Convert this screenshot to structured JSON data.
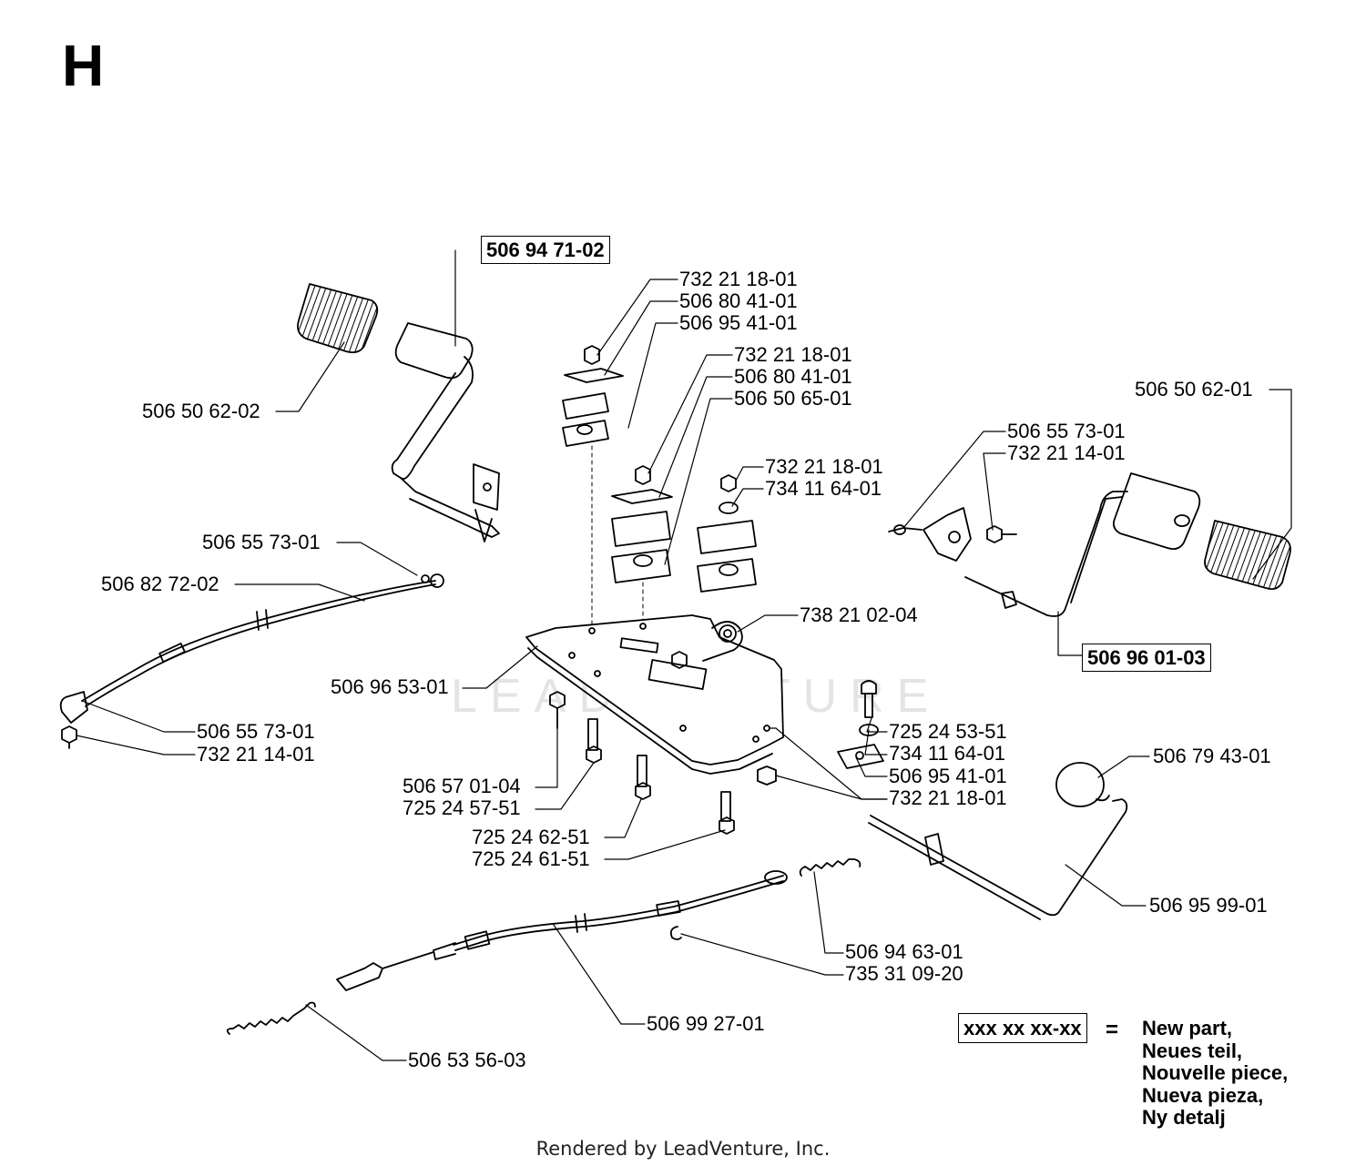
{
  "section_letter": "H",
  "watermark_text": "LEADVENTURE",
  "new_parts": [
    "506 94 71-02",
    "506 96 01-03"
  ],
  "labels": {
    "p_506_50_62_02": "506 50 62-02",
    "p_506_55_73_01_left": "506 55 73-01",
    "p_506_82_72_02": "506 82 72-02",
    "p_506_55_73_01_cable": "506 55 73-01",
    "p_732_21_14_01_left": "732 21 14-01",
    "p_732_21_18_01_a": "732 21 18-01",
    "p_506_80_41_01_a": "506 80 41-01",
    "p_506_95_41_01_a": "506 95 41-01",
    "p_732_21_18_01_b": "732 21 18-01",
    "p_506_80_41_01_b": "506 80 41-01",
    "p_506_50_65_01": "506 50 65-01",
    "p_732_21_18_01_c": "732 21 18-01",
    "p_734_11_64_01_a": "734 11 64-01",
    "p_738_21_02_04": "738 21 02-04",
    "p_506_96_53_01": "506 96 53-01",
    "p_506_57_01_04": "506 57 01-04",
    "p_725_24_57_51": "725 24 57-51",
    "p_725_24_62_51": "725 24 62-51",
    "p_725_24_61_51": "725 24 61-51",
    "p_506_50_62_01": "506 50 62-01",
    "p_506_55_73_01_right": "506 55 73-01",
    "p_732_21_14_01_right": "732 21 14-01",
    "p_725_24_53_51": "725 24 53-51",
    "p_734_11_64_01_b": "734 11 64-01",
    "p_506_95_41_01_b": "506 95 41-01",
    "p_732_21_18_01_d": "732 21 18-01",
    "p_506_79_43_01": "506 79 43-01",
    "p_506_95_99_01": "506 95 99-01",
    "p_506_94_63_01": "506 94 63-01",
    "p_735_31_09_20": "735 31 09-20",
    "p_506_99_27_01": "506 99 27-01",
    "p_506_53_56_03": "506 53 56-03"
  },
  "legend": {
    "code": "xxx xx xx-xx",
    "equals": "=",
    "lines": [
      "New part,",
      "Neues teil,",
      "Nouvelle piece,",
      "Nueva pieza,",
      "Ny detalj"
    ]
  },
  "credit": "Rendered by LeadVenture, Inc."
}
